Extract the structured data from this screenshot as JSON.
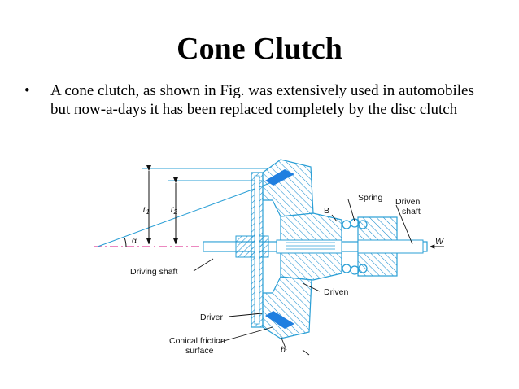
{
  "slide": {
    "title": "Cone Clutch",
    "bullet_symbol": "•",
    "bullet_text": "A cone clutch, as shown in Fig. was extensively used in automobiles but now-a-days it has been replaced completely by the disc clutch"
  },
  "figure": {
    "labels": {
      "r1": "r",
      "r1_sub": "1",
      "r2": "r",
      "r2_sub": "2",
      "alpha": "α",
      "spring": "Spring",
      "b_upper": "B",
      "driven_shaft_line1": "Driven",
      "driven_shaft_line2": "shaft",
      "w": "W",
      "driving_shaft": "Driving shaft",
      "driven": "Driven",
      "driver": "Driver",
      "conical_line1": "Conical friction",
      "conical_line2": "surface",
      "b_lower": "b"
    },
    "colors": {
      "outline": "#2a9fd6",
      "hatch": "#1e8fcf",
      "friction": "#1f7fe0",
      "leader": "#000000",
      "centerline": "#e0409a"
    }
  }
}
